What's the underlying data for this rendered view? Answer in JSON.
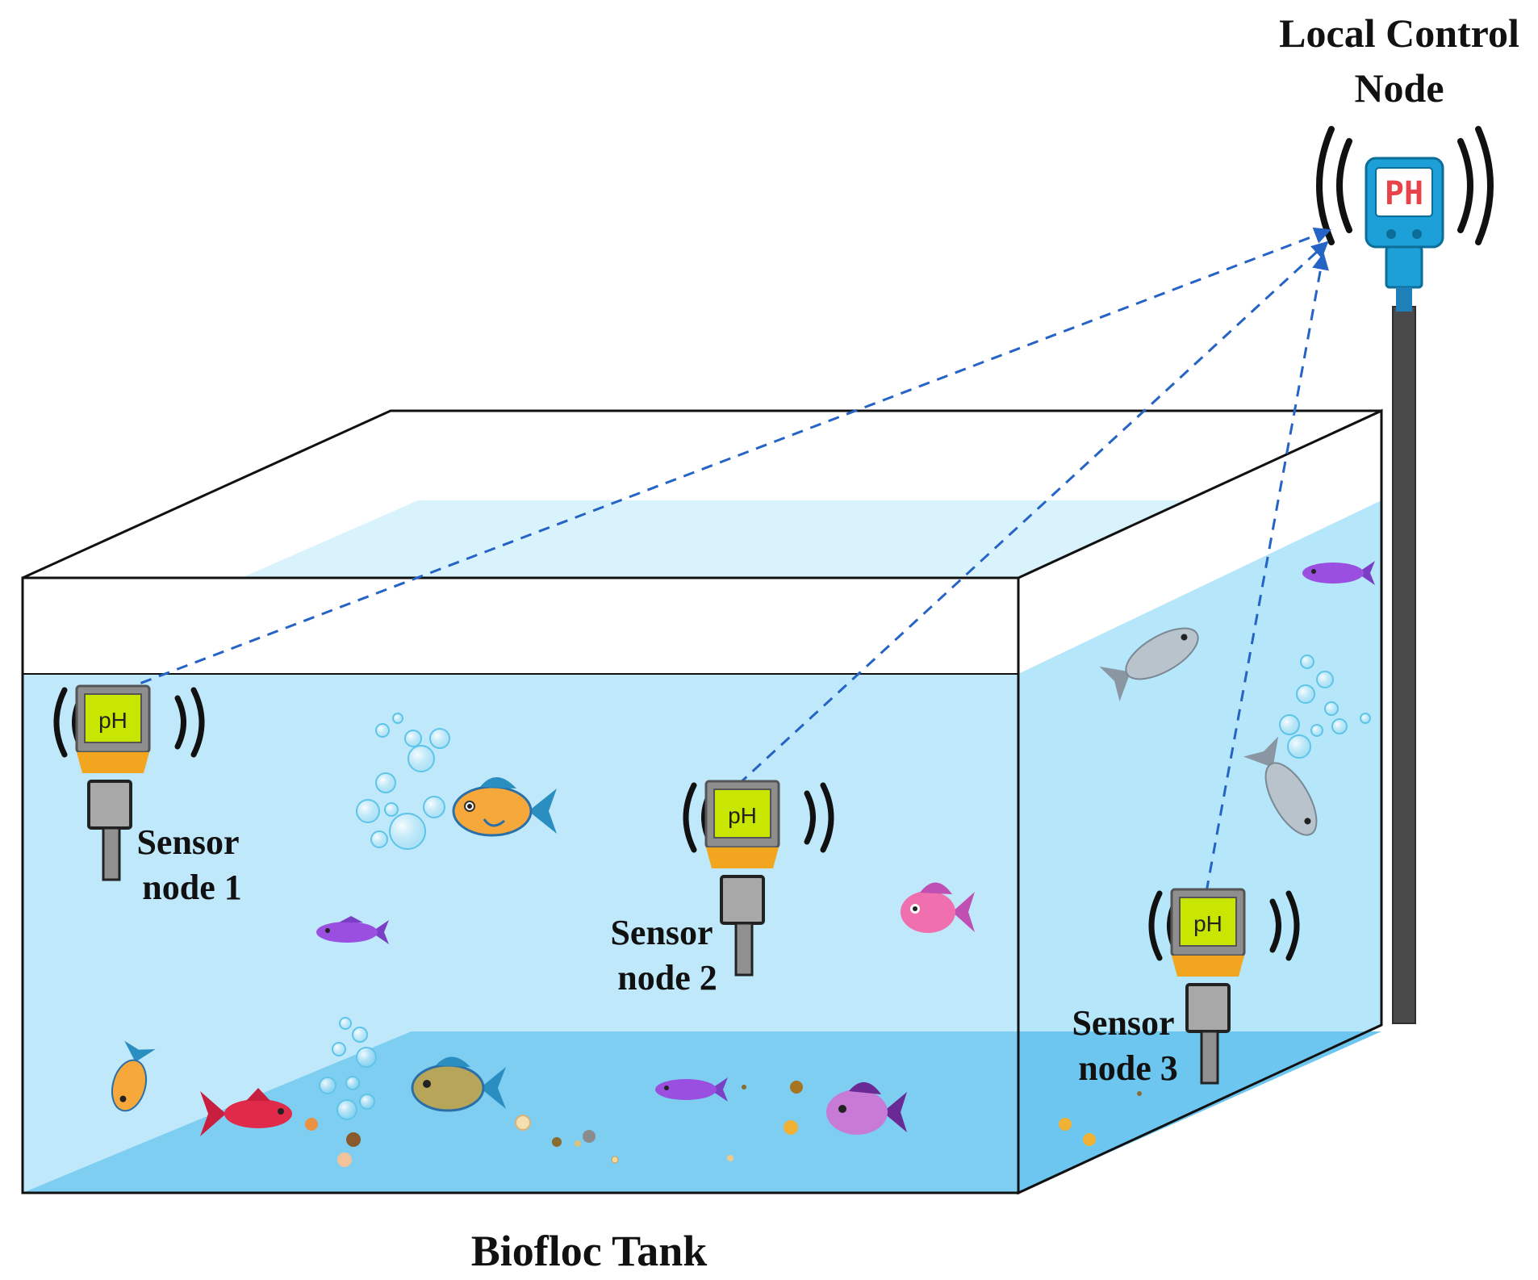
{
  "diagram": {
    "caption": "Biofloc Tank",
    "control_node": {
      "label_line1": "Local Control",
      "label_line2": "Node",
      "display_text": "PH"
    },
    "sensor_nodes": [
      {
        "display_text": "pH",
        "label_line1": "Sensor",
        "label_line2": "node 1"
      },
      {
        "display_text": "pH",
        "label_line1": "Sensor",
        "label_line2": "node 2"
      },
      {
        "display_text": "pH",
        "label_line1": "Sensor",
        "label_line2": "node 3"
      }
    ],
    "colors": {
      "water_light": "#bfe9fb",
      "water_mid": "#a9e0f7",
      "water_bottom": "#6cc6ef",
      "link_line": "#2563c4",
      "probe_screen": "#c9e600",
      "probe_band": "#f2a51f",
      "control_body": "#1d9fd8",
      "control_display": "#ff4d52",
      "pole": "#4a4a4a"
    }
  }
}
